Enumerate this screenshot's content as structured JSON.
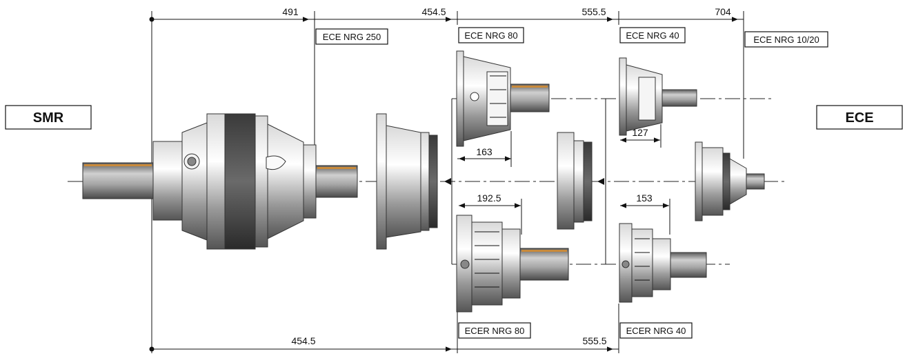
{
  "side_labels": {
    "left": "SMR",
    "right": "ECE"
  },
  "top_dimensions": [
    "491",
    "454.5",
    "555.5",
    "704"
  ],
  "bottom_dimensions": [
    "454.5",
    "555.5"
  ],
  "inner_dimensions": [
    "163",
    "127",
    "192.5",
    "153"
  ],
  "model_labels": {
    "nrg250": "ECE NRG 250",
    "nrg80": "ECE NRG 80",
    "nrg40": "ECE NRG 40",
    "nrg1020": "ECE NRG 10/20",
    "ecer80": "ECER NRG 80",
    "ecer40": "ECER NRG 40"
  },
  "colors": {
    "line": "#111111",
    "metal_dark": "#4a4a4a",
    "metal_light": "#e6e6e6",
    "accent": "#c98a3a"
  }
}
